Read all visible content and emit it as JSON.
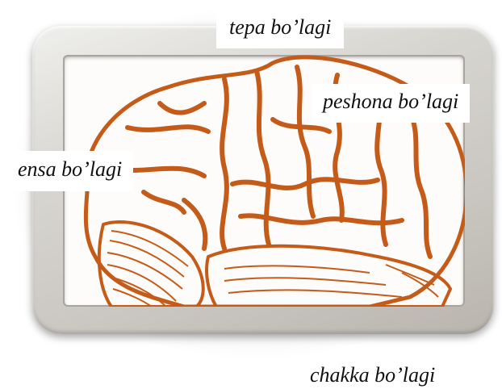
{
  "labels": {
    "top": "tepa bo’lagi",
    "front": "peshona bo’lagi",
    "back": "ensa bo’lagi",
    "side": "chakka bo’lagi"
  },
  "colors": {
    "brain": "#c55b18",
    "frame": "#d4d1cb",
    "background": "#ffffff"
  }
}
